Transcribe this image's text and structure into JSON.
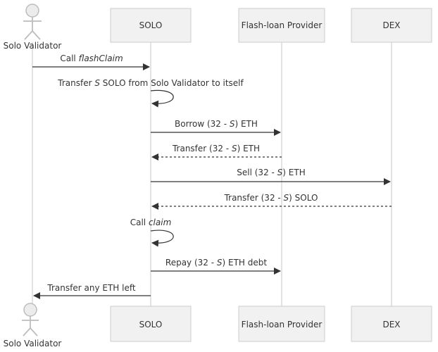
{
  "participants": {
    "solo_validator": "Solo Validator",
    "solo": "SOLO",
    "flash_loan_provider": "Flash-loan Provider",
    "dex": "DEX"
  },
  "messages": {
    "m1": {
      "pre": "Call ",
      "var": "flashClaim",
      "post": ""
    },
    "m2": {
      "pre": "Transfer ",
      "var": "S",
      "post": " SOLO from Solo Validator to itself"
    },
    "m3": {
      "pre": "Borrow (32 - ",
      "var": "S",
      "post": ") ETH"
    },
    "m4": {
      "pre": "Transfer (32 - ",
      "var": "S",
      "post": ") ETH"
    },
    "m5": {
      "pre": "Sell (32 - ",
      "var": "S",
      "post": ") ETH"
    },
    "m6": {
      "pre": "Transfer (32 - ",
      "var": "S",
      "post": ") SOLO"
    },
    "m7": {
      "pre": "Call ",
      "var": "claim",
      "post": ""
    },
    "m8": {
      "pre": "Repay (32 - ",
      "var": "S",
      "post": ") ETH debt"
    },
    "m9": {
      "pre": "Transfer any ETH left",
      "var": "",
      "post": ""
    }
  }
}
